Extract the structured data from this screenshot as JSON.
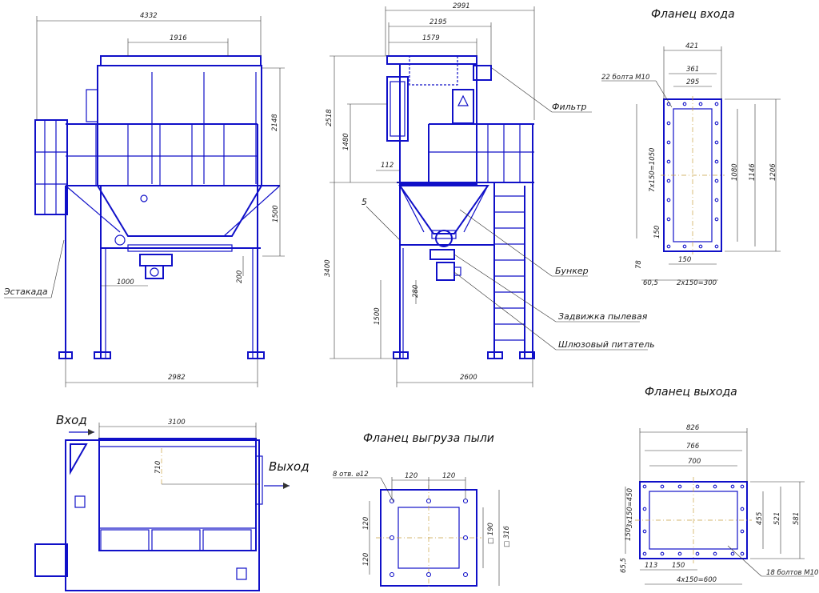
{
  "titles": {
    "flange_inlet": "Фланец входа",
    "flange_outlet": "Фланец выхода",
    "flange_dust": "Фланец выгруза пыли",
    "inlet_arrow": "Вход",
    "outlet_arrow": "Выход"
  },
  "labels": {
    "filter": "Фильтр",
    "hopper": "Бункер",
    "dust_gate": "Задвижка пылевая",
    "sluice_feeder": "Шлюзовый питатель",
    "trestle": "Эстакада",
    "item_5": "5"
  },
  "front_view": {
    "d_width": "4332",
    "d_top": "1916",
    "d_h1": "2148",
    "d_h2": "1500",
    "d_h3": "200",
    "d_offset": "1000",
    "d_base": "2982"
  },
  "side_view": {
    "d_width": "2991",
    "d_w2": "2195",
    "d_w3": "1579",
    "d_h_total": "2518",
    "d_h_inlet": "1480",
    "d_small": "112",
    "d_h_legs": "3400",
    "d_h_gate": "280",
    "d_h_low": "1500",
    "d_base": "2600"
  },
  "plan_view": {
    "d_len": "3100",
    "d_off": "710"
  },
  "inlet_flange": {
    "d_w1": "421",
    "d_w2": "361",
    "d_w3": "295",
    "bolts": "22 болта М10",
    "d_pitch_v": "7x150=1050",
    "d_h1": "1080",
    "d_h2": "1146",
    "d_h3": "1206",
    "d_150a": "150",
    "d_78": "78",
    "d_150b": "150",
    "d_605": "60,5",
    "d_pitch_h": "2x150=300"
  },
  "dust_flange": {
    "holes": "8 отв. ⌀12",
    "d_top1": "120",
    "d_top2": "120",
    "d_l1": "120",
    "d_l2": "120",
    "d_in": "□ 190",
    "d_out": "□ 316"
  },
  "outlet_flange": {
    "d_w1": "826",
    "d_w2": "766",
    "d_w3": "700",
    "d_pitch_v": "3x150=450",
    "d_h1": "455",
    "d_h2": "521",
    "d_h3": "581",
    "d_150": "150",
    "d_655": "65,5",
    "d_113": "113",
    "d_150b": "150",
    "d_pitch_h": "4x150=600",
    "bolts": "18 болтов М10"
  },
  "colors": {
    "line": "#1010c8",
    "dim": "#333333",
    "center": "#c8a040"
  }
}
